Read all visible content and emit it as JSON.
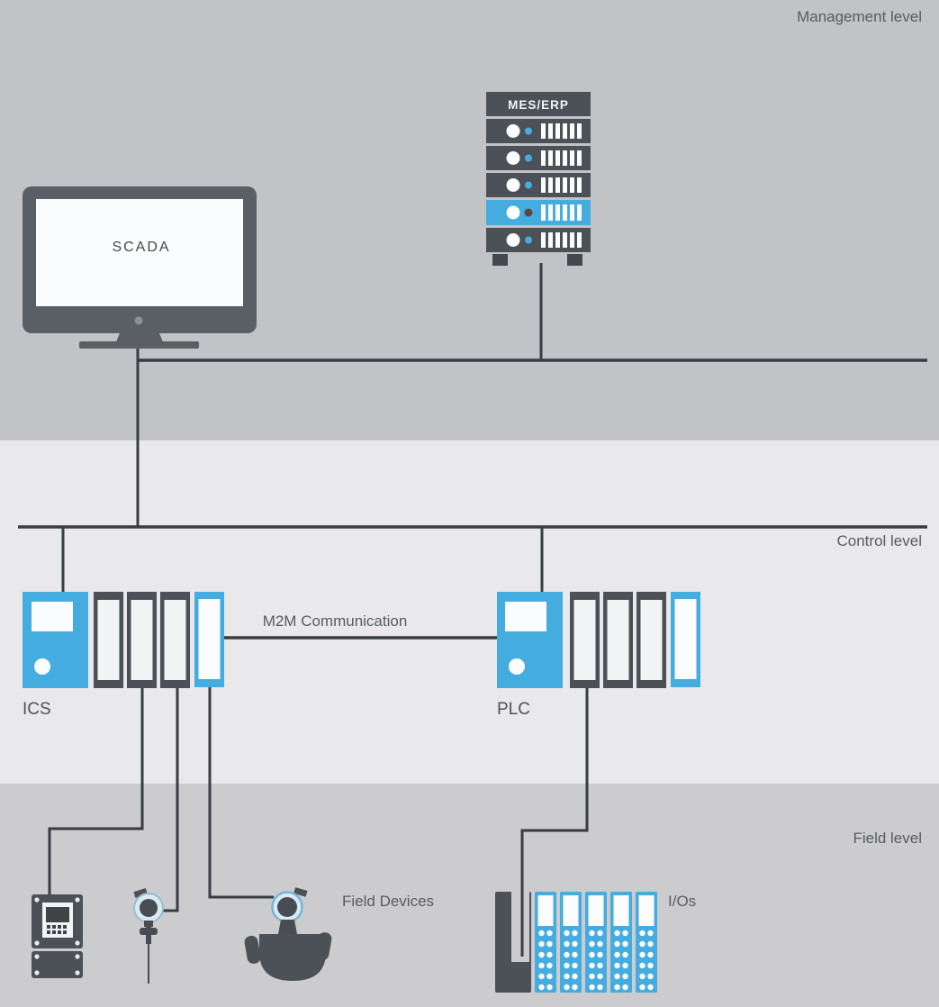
{
  "diagram": {
    "title_hint": "Industrial automation pyramid: management, control and field levels",
    "levels": [
      {
        "id": "management",
        "label": "Management level"
      },
      {
        "id": "control",
        "label": "Control level"
      },
      {
        "id": "field",
        "label": "Field level"
      }
    ],
    "nodes": {
      "scada": {
        "label": "SCADA"
      },
      "server": {
        "label": "MES/ERP"
      },
      "ics": {
        "label": "ICS"
      },
      "plc": {
        "label": "PLC"
      },
      "m2m": {
        "label": "M2M Communication"
      },
      "field_devices": {
        "label": "Field Devices"
      },
      "ios": {
        "label": "I/Os"
      }
    },
    "colors": {
      "accent_blue": "#45acdf",
      "device_gray": "#4c5157",
      "line_gray": "#383d42",
      "band_management": "#c2c3c6",
      "band_control": "#e9e9eb",
      "band_field": "#cbcbce",
      "label_text": "#565c63",
      "screen_white": "#fbfcfd"
    }
  }
}
